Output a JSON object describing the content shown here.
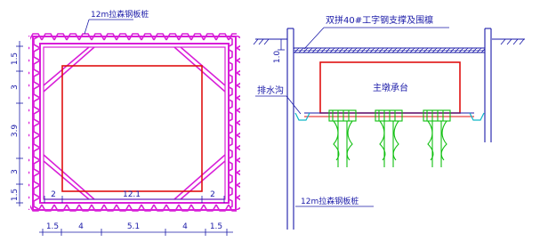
{
  "plan_view": {
    "sheet_pile_label": "12m拉森钢板桩",
    "inner_dimension": "12.1",
    "left_gap": "2",
    "right_gap": "2",
    "vertical_dims": [
      "1.5",
      "3",
      "3.9",
      "3",
      "1.5"
    ],
    "bottom_dims": [
      "1.5",
      "4",
      "5.1",
      "4",
      "1.5"
    ]
  },
  "section_view": {
    "bracing_label": "双拼40#工字钢支撑及围檩",
    "depth_dim": "1.0",
    "cap_label": "主墩承台",
    "drain_label": "排水沟",
    "sheet_pile_label": "12m拉森钢板桩"
  },
  "colors": {
    "sheet_pile": "#d81ed8",
    "cap_outline": "#e01010",
    "annotation": "#1a1aa8",
    "pile": "#10c010",
    "cyan": "#10b8c8"
  }
}
